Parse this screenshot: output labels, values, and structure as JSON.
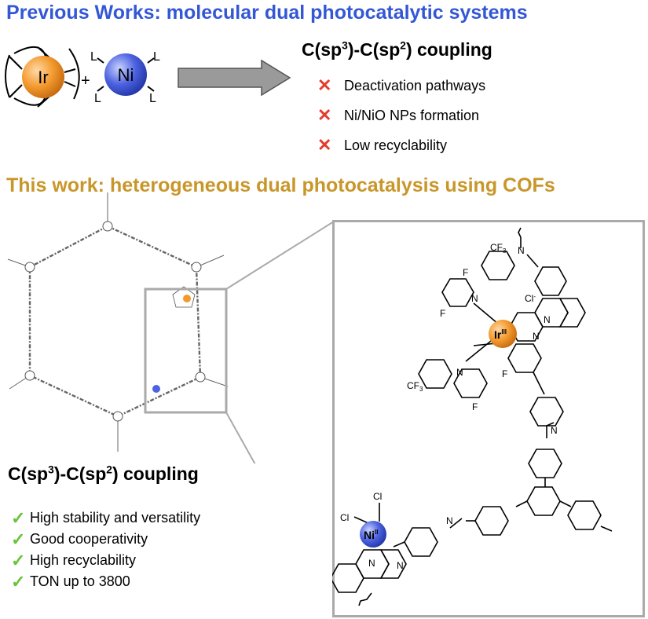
{
  "header_previous": "Previous Works: molecular dual photocatalytic systems",
  "header_this": "This work: heterogeneous dual photocatalysis using COFs",
  "coupling": {
    "c1": "C(sp",
    "s1": "3",
    "mid": ")-C(sp",
    "s2": "2",
    "end": ") coupling"
  },
  "previous": {
    "ir_label": "Ir",
    "ni_label": "Ni",
    "ligand": "L",
    "plus": "+",
    "cons": [
      "Deactivation pathways",
      "Ni/NiO NPs formation",
      "Low recyclability"
    ]
  },
  "pros": [
    "High stability and versatility",
    "Good cooperativity",
    "High recyclability",
    "TON up to 3800"
  ],
  "structure": {
    "ir_label": "Ir",
    "ir_ox": "III",
    "ni_label": "Ni",
    "ni_ox": "II",
    "chloride": "Cl",
    "chloride_charge": "-",
    "cl": "Cl",
    "f": "F",
    "n": "N",
    "cf3": "CF",
    "cf3_sub": "3"
  },
  "colors": {
    "blue_header": "#3457d5",
    "gold_header": "#c9962a",
    "ir_orange": "#f39a2e",
    "ni_blue": "#4c62e0",
    "cross_red": "#e53b2c",
    "check_green": "#6ac33a"
  }
}
